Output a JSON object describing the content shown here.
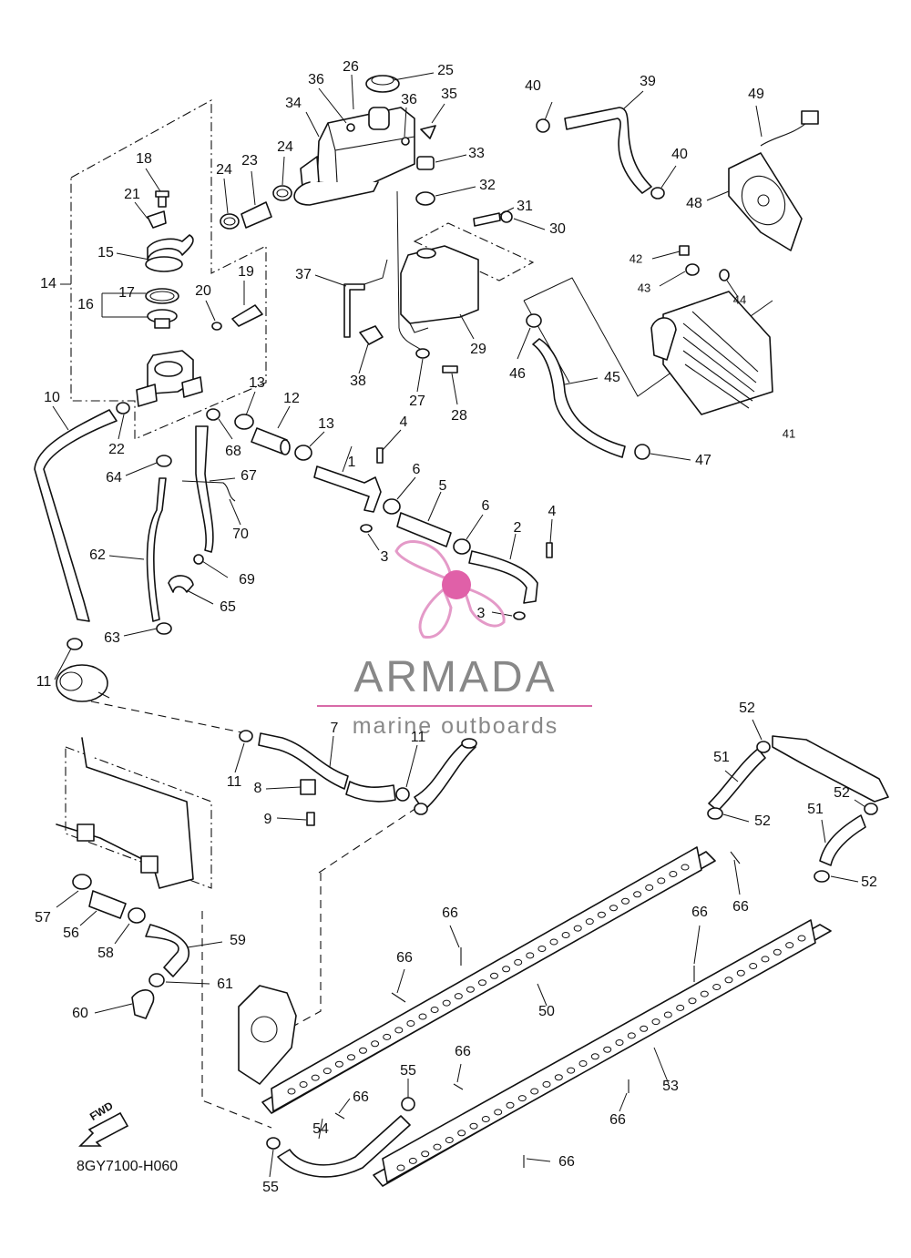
{
  "diagram": {
    "drawing_code": "8GY7100-H060",
    "fwd_label": "FWD",
    "watermark": {
      "brand": "ARMADA",
      "tagline": "marine outboards",
      "accent_color": "#d86aa8",
      "text_color": "#888888"
    },
    "callouts": {
      "c1": "1",
      "c2": "2",
      "c3a": "3",
      "c3b": "3",
      "c4a": "4",
      "c4b": "4",
      "c5": "5",
      "c6a": "6",
      "c6b": "6",
      "c7": "7",
      "c8": "8",
      "c9": "9",
      "c10": "10",
      "c11a": "11",
      "c11b": "11",
      "c11c": "11",
      "c12": "12",
      "c13a": "13",
      "c13b": "13",
      "c14": "14",
      "c15": "15",
      "c16": "16",
      "c17": "17",
      "c18": "18",
      "c19": "19",
      "c20": "20",
      "c21": "21",
      "c22": "22",
      "c23": "23",
      "c24a": "24",
      "c24b": "24",
      "c25": "25",
      "c26": "26",
      "c27": "27",
      "c28": "28",
      "c29": "29",
      "c30": "30",
      "c31": "31",
      "c32": "32",
      "c33": "33",
      "c34": "34",
      "c35": "35",
      "c36a": "36",
      "c36b": "36",
      "c37": "37",
      "c38": "38",
      "c39": "39",
      "c40a": "40",
      "c40b": "40",
      "c41": "41",
      "c42": "42",
      "c43": "43",
      "c44": "44",
      "c45": "45",
      "c46": "46",
      "c47": "47",
      "c48": "48",
      "c49": "49",
      "c50": "50",
      "c51a": "51",
      "c51b": "51",
      "c52a": "52",
      "c52b": "52",
      "c52c": "52",
      "c52d": "52",
      "c53": "53",
      "c54": "54",
      "c55a": "55",
      "c55b": "55",
      "c56": "56",
      "c57": "57",
      "c58": "58",
      "c59": "59",
      "c60": "60",
      "c61": "61",
      "c62": "62",
      "c63": "63",
      "c64": "64",
      "c65": "65",
      "c66a": "66",
      "c66b": "66",
      "c66c": "66",
      "c66d": "66",
      "c66e": "66",
      "c66f": "66",
      "c66g": "66",
      "c66h": "66",
      "c67": "67",
      "c68": "68",
      "c69": "69",
      "c70": "70"
    }
  }
}
